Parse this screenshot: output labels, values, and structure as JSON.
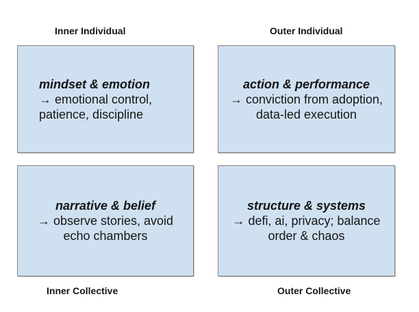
{
  "diagram": {
    "colors": {
      "background": "#ffffff",
      "box_fill": "#cfe0f1",
      "box_border": "#848484",
      "text": "#161616"
    },
    "quadrants": [
      {
        "id": "inner-individual",
        "axis_label": "Inner Individual",
        "label_position": "top",
        "title": "mindset & emotion",
        "lines": [
          "→ emotional control,",
          "patience, discipline"
        ]
      },
      {
        "id": "outer-individual",
        "axis_label": "Outer Individual",
        "label_position": "top",
        "title": "action & performance",
        "lines": [
          "→ conviction from adoption,",
          "data-led execution"
        ]
      },
      {
        "id": "inner-collective",
        "axis_label": "Inner Collective",
        "label_position": "bottom",
        "title": "narrative & belief",
        "lines": [
          "→ observe stories, avoid",
          "echo chambers"
        ]
      },
      {
        "id": "outer-collective",
        "axis_label": "Outer Collective",
        "label_position": "bottom",
        "title": "structure & systems",
        "lines": [
          "→ defi, ai, privacy; balance",
          "order & chaos"
        ]
      }
    ]
  }
}
